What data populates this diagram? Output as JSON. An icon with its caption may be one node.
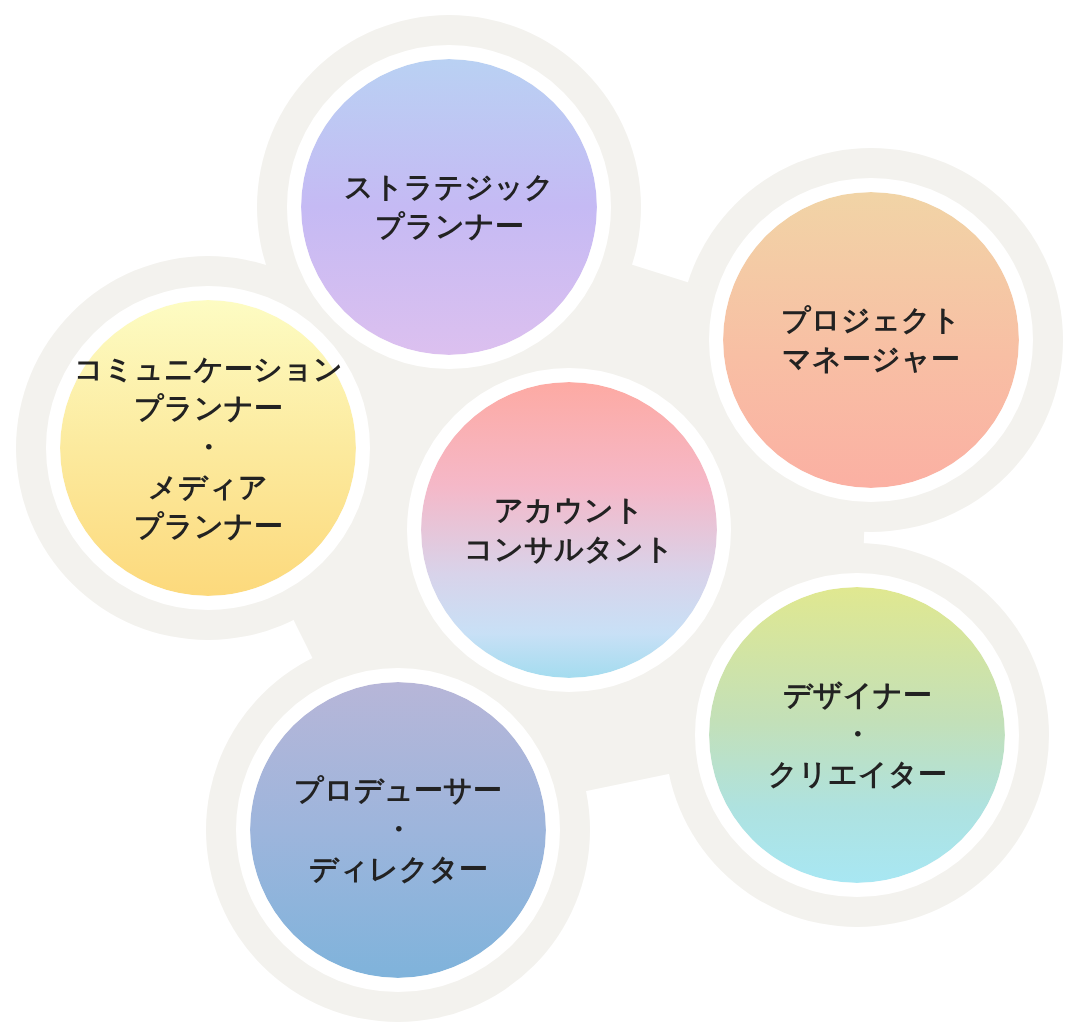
{
  "diagram": {
    "nodes": [
      {
        "text": [
          "ストラテジックプランナー"
        ]
      },
      {
        "text": [
          "プロジェクトマネージャー"
        ]
      },
      {
        "text": [
          "コミュニケーションプランナー・メディアプランナー"
        ]
      },
      {
        "text": [
          "アカウントコンサルタント"
        ]
      },
      {
        "text": [
          "デザイナー・クリエイター"
        ]
      },
      {
        "text": [
          "プロデューサー・ディレクター"
        ]
      }
    ]
  }
}
